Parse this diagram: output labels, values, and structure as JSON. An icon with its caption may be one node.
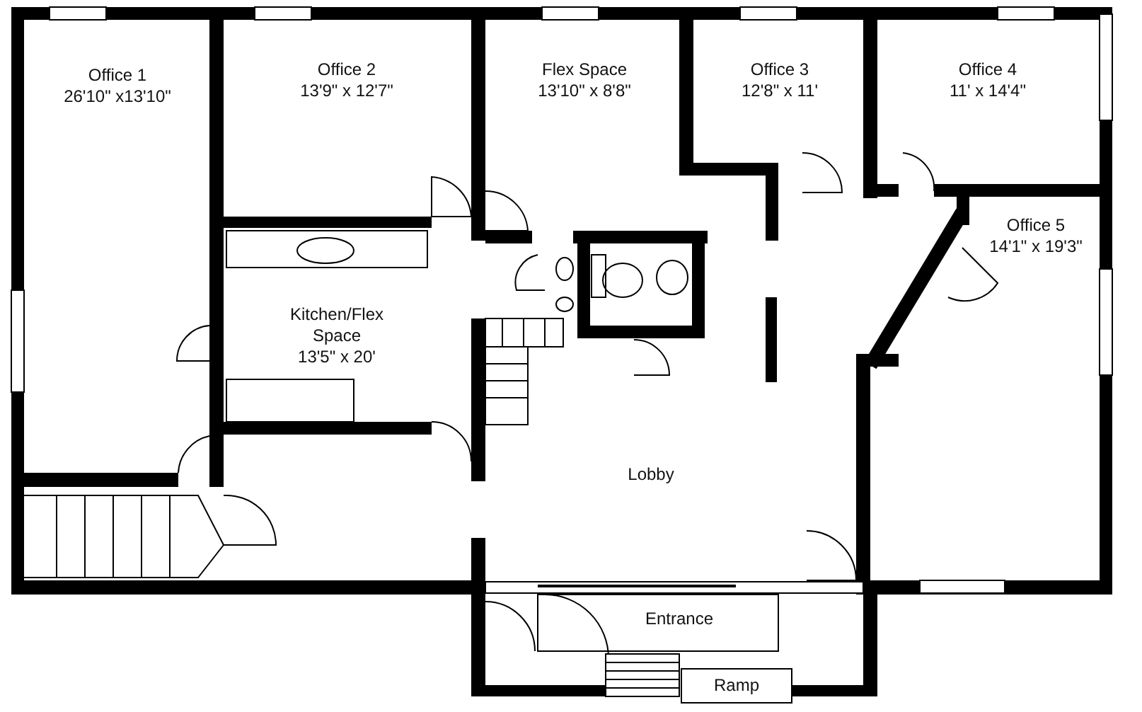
{
  "diagram": {
    "nodes": [
      {
        "text": [
          "Office 1",
          "26'10\" x13'10\""
        ]
      },
      {
        "text": [
          "Office 2",
          "13'9\" x 12'7\""
        ]
      },
      {
        "text": [
          "Flex Space",
          "13'10\" x 8'8\""
        ]
      },
      {
        "text": [
          "Office 3",
          "12'8\" x 11'"
        ]
      },
      {
        "text": [
          "Office 4",
          "11' x 14'4\""
        ]
      },
      {
        "text": [
          "Office 5",
          "14'1\" x 19'3\""
        ]
      },
      {
        "text": [
          "Kitchen/Flex Space",
          "13'5\" x 20'"
        ]
      },
      {
        "text": [
          "Lobby"
        ]
      },
      {
        "text": [
          "Entrance"
        ]
      },
      {
        "text": [
          "Ramp"
        ]
      }
    ]
  }
}
